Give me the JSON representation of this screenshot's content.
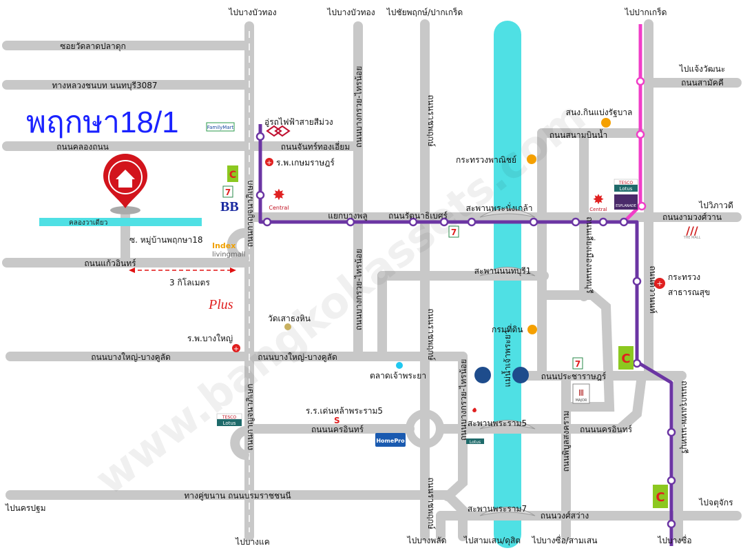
{
  "title": "พฤกษา18/1",
  "colors": {
    "title": "#1a22ff",
    "road": "#c8c8c8",
    "river": "#4fe0e4",
    "purple_line": "#6b35a3",
    "pink_line": "#f03ec8",
    "pin": "#d2141c",
    "poi_dot": "#f5a000"
  },
  "watermark": "www.bangkokassets.com",
  "directions": {
    "bang_bua_thong_1": "ไปบางบัวทอง",
    "bang_bua_thong_2": "ไปบางบัวทอง",
    "chaiyaphruek": "ไปชัยพฤกษ์/ปากเกร็ด",
    "pak_kret": "ไปปากเกร็ด",
    "chaeng_watthana": "ไปแจ้งวัฒนะ",
    "vibhavadi": "ไปวิภาวดี",
    "nakhon_pathom": "ไปนครปฐม",
    "bang_khae": "ไปบางแค",
    "bang_phlat": "ไปบางพลัด",
    "samsen_dusit": "ไปสามเสน/ดุสิต",
    "bang_sue_samsen": "ไปบางซื่อ/สามเสน",
    "bang_sue": "ไปบางซื่อ",
    "chatuchak": "ไปจตุจักร"
  },
  "roads": {
    "soi_wat_lat_pla_duk": "ซอยวัดลาดปลาดุก",
    "rural_3087": "ทางหลวงชนบท นนทบุรี3087",
    "khlong_thanon": "ถนนคลองถนน",
    "chan_thong_iam": "ถนนจันทร์ทองเอี่ยม",
    "kaew_in": "ถนนแก้วอินทร์",
    "village_soi": "ซ. หมู่บ้านพฤกษา18",
    "kanchanaphisek_1": "ถนนกาญจนาภิเษก",
    "kanchanaphisek_2": "ถนนกาญจนาภิเษก",
    "bang_kruai_sai_noi_1": "ถนนบางกรวย-ไทรน้อย",
    "bang_kruai_sai_noi_2": "ถนนบางกรวย-ไทรน้อย",
    "bang_kruai_sai_noi_3": "ถนนบางกรวย-ไทรน้อย",
    "ratchaphruek_1": "ถนนราชพฤกษ์",
    "ratchaphruek_2": "ถนนราชพฤกษ์",
    "ratchaphruek_3": "ถนนราชพฤกษ์",
    "bang_phlu_junction": "แยกบางพลู",
    "rattanathibet": "ถนนรัตนาธิเบศร์",
    "sanam_bin_nam": "ถนนสนามบินน้ำ",
    "samakkhi": "ถนนสามัคคี",
    "ngam_wong_wan": "ถนนงามวงศ์วาน",
    "bypass_nonthaburi": "ถนนเลี่ยงเมืองนนทบุรี",
    "tiwanon": "ถนนติวานนท์",
    "bang_yai_bang_kruat_1": "ถนนบางใหญ่-บางคูลัด",
    "bang_yai_bang_kruat_2": "ถนนบางใหญ่-บางคูลัด",
    "nakhon_in_1": "ถนนนครอินทร์",
    "nakhon_in_2": "ถนนนครอินทร์",
    "pracharat": "ถนนประชาราษฎร์",
    "krungthep_nonthaburi": "ถนนกรุงเทพ-นนทบุรี",
    "phibun_songkhram": "ถนนพิบูลสงคราม",
    "borommaratchachonnani": "ทางคู่ขนาน ถนนบรมราชชนนี",
    "wong_sawang": "ถนนวงศ์สว่าง"
  },
  "bridges": {
    "phra_nang_klao": "สะพานพระนั่งเกล้า",
    "nonthaburi_1": "สะพานนนทบุรี1",
    "rama_5": "สะพานพระราม5",
    "rama_7": "สะพานพระราม7"
  },
  "water": {
    "canal": "คลองวาเดียว",
    "river": "แม่น้ำเจ้าพระยา"
  },
  "scale": "3 กิโลเมตร",
  "places": {
    "purple_depot": "อู่รถไฟฟ้าสายสีม่วง",
    "kasemrad_hospital": "ร.พ.เกษมราษฎร์",
    "bang_yai_hospital": "ร.พ.บางใหญ่",
    "wat_sao_thong_hin": "วัดเสาธงหิน",
    "chao_phraya_market": "ตลาดเจ้าพระยา",
    "denla_school": "ร.ร.เด่นหล้าพระราม5",
    "commerce_ministry": "กระทรวงพาณิชย์",
    "lottery_office": "สนง.กินแบ่งรัฐบาล",
    "land_department": "กรมที่ดิน",
    "health_ministry_1": "กระทรวง",
    "health_ministry_2": "สาธารณสุข"
  },
  "logos": {
    "familymart": "FamilyMart",
    "bigc": "C",
    "seven_eleven": "7",
    "bb": "BB",
    "central": "Central",
    "index_1": "Index",
    "index_2": "livingmall",
    "plus_mall": "Plus",
    "tesco": "TESCO",
    "lotus": "Lotus",
    "homepro": "HomePro",
    "major": "MAJOR",
    "the_mall": "THE MALL",
    "esplanade": "ESPLANADE"
  }
}
